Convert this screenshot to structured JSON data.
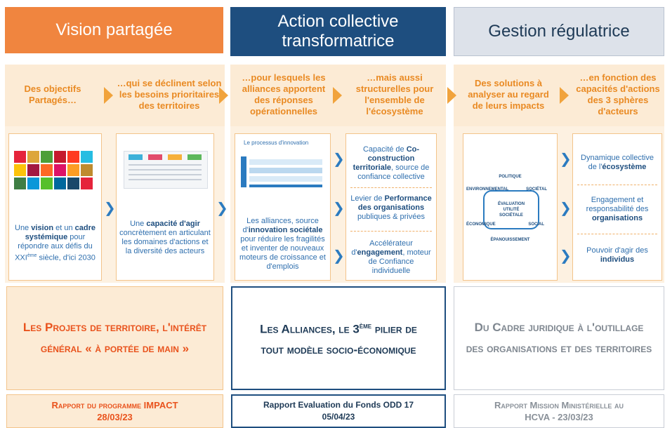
{
  "headers": {
    "vision": "Vision partagée",
    "action": "Action collective transformatrice",
    "gestion": "Gestion régulatrice"
  },
  "subtitles": {
    "s1": "Des objectifs Partagés…",
    "s2": "…qui se déclinent selon les besoins prioritaires des territoires",
    "s3": "…pour lesquels les alliances apportent des réponses opérationnelles",
    "s4": "…mais aussi structurelles pour l'ensemble de l'écosystème",
    "s5": "Des solutions à analyser au regard de leurs impacts",
    "s6": "…en fonction des capacités d'actions des 3 sphères d'acteurs"
  },
  "cards": {
    "c1": {
      "t1": "Une ",
      "b1": "vision",
      "t2": " et un ",
      "b2": "cadre systémique",
      "t3": " pour répondre aux défis du XXI",
      "sup": "ème",
      "t4": " siècle, d'ici 2030"
    },
    "c2": {
      "t1": "Une ",
      "b1": "capacité d'agir",
      "t2": " concrètement en articulant les domaines d'actions et la diversité des acteurs"
    },
    "c3": {
      "process_title": "Le processus d'innovation",
      "t1": "Les alliances, source d'",
      "b1": "innovation sociétale",
      "t2": " pour réduire les fragilités et inventer de nouveaux moteurs de croissance et d'emplois"
    },
    "c4": {
      "a1": "Capacité de ",
      "a_b": "Co-construction territoriale",
      "a2": ", source de confiance collective",
      "b1": "Levier de ",
      "b_b": "Performance des organisations",
      "b2": " publiques & privées",
      "c1": "Accélérateur d'",
      "c_b": "engagement",
      "c2": ", moteur de Confiance individuelle"
    },
    "c5": {
      "politique": "POLITIQUE",
      "environnemental": "ENVIRONNEMENTAL",
      "societal": "SOCIÉTAL",
      "center": "ÉVALUATION UTILITÉ SOCIÉTALE",
      "economique": "ÉCONOMIQUE",
      "social": "SOCIAL",
      "epanouissement": "ÉPANOUISSEMENT"
    },
    "c6": {
      "a1": "Dynamique collective de l'",
      "a_b": "écosystème",
      "b1": "Engagement et responsabilité des ",
      "b_b": "organisations",
      "c1": "Pouvoir d'agir des ",
      "c_b": "individus"
    }
  },
  "bottom": {
    "b1": "Les Projets de territoire, l'intérêt général « à portée de main »",
    "b2_main": "Les Alliances, le 3",
    "b2_sup": "ème",
    "b2_rest": " pilier de tout modèle socio-économique",
    "b3": "Du Cadre juridique à l'outillage des organisations et des territoires"
  },
  "reports": {
    "r1": "Rapport du programme IMPACT",
    "r1_date": "28/03/23",
    "r2": "Rapport Evaluation du Fonds ODD 17",
    "r2_date": "05/04/23",
    "r3": "Rapport Mission Ministérielle au",
    "r3_date": "HCVA - 23/03/23"
  },
  "colors": {
    "orange": "#F0853F",
    "navy": "#1E4E7F",
    "grey": "#DDE2EA",
    "accent_blue": "#2B7BC0"
  },
  "sdg_colors": [
    "#E5243B",
    "#DDA63A",
    "#4C9F38",
    "#C5192D",
    "#FF3A21",
    "#26BDE2",
    "#FCC30B",
    "#A21942",
    "#FD6925",
    "#DD1367",
    "#FD9D24",
    "#BF8B2E",
    "#3F7E44",
    "#0A97D9",
    "#56C02B",
    "#00689D",
    "#19486A",
    "#E5243B"
  ]
}
